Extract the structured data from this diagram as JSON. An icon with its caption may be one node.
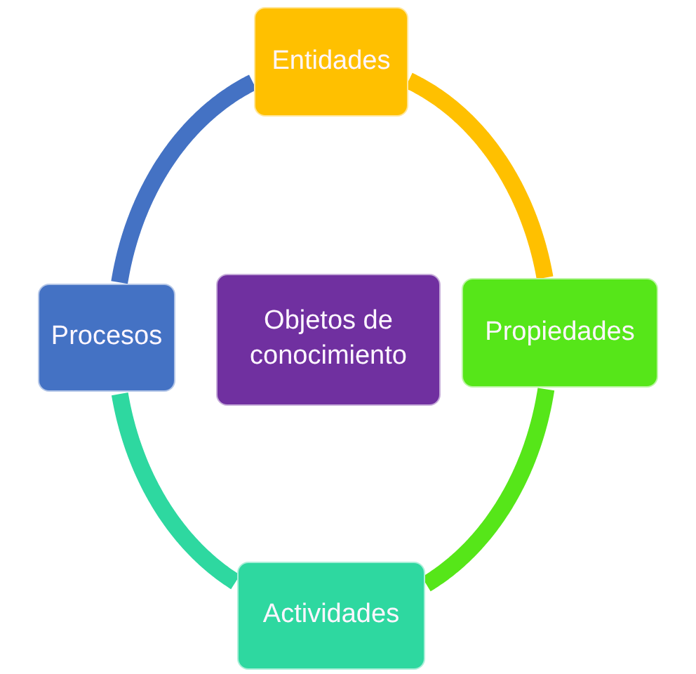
{
  "diagram": {
    "nodes": [
      {
        "text": [
          "Entidades"
        ]
      },
      {
        "text": [
          "Procesos"
        ]
      },
      {
        "text": [
          "Objetos de conocimiento"
        ]
      },
      {
        "text": [
          "Propiedades"
        ]
      },
      {
        "text": [
          "Actividades"
        ]
      }
    ],
    "edges": [
      {
        "from": 0,
        "to": 3,
        "arrow": "none",
        "color": "#ffc000"
      },
      {
        "from": 3,
        "to": 4,
        "arrow": "none",
        "color": "#56e619"
      },
      {
        "from": 4,
        "to": 1,
        "arrow": "none",
        "color": "#2ed8a0"
      },
      {
        "from": 1,
        "to": 0,
        "arrow": "none",
        "color": "#4472c4"
      }
    ]
  }
}
